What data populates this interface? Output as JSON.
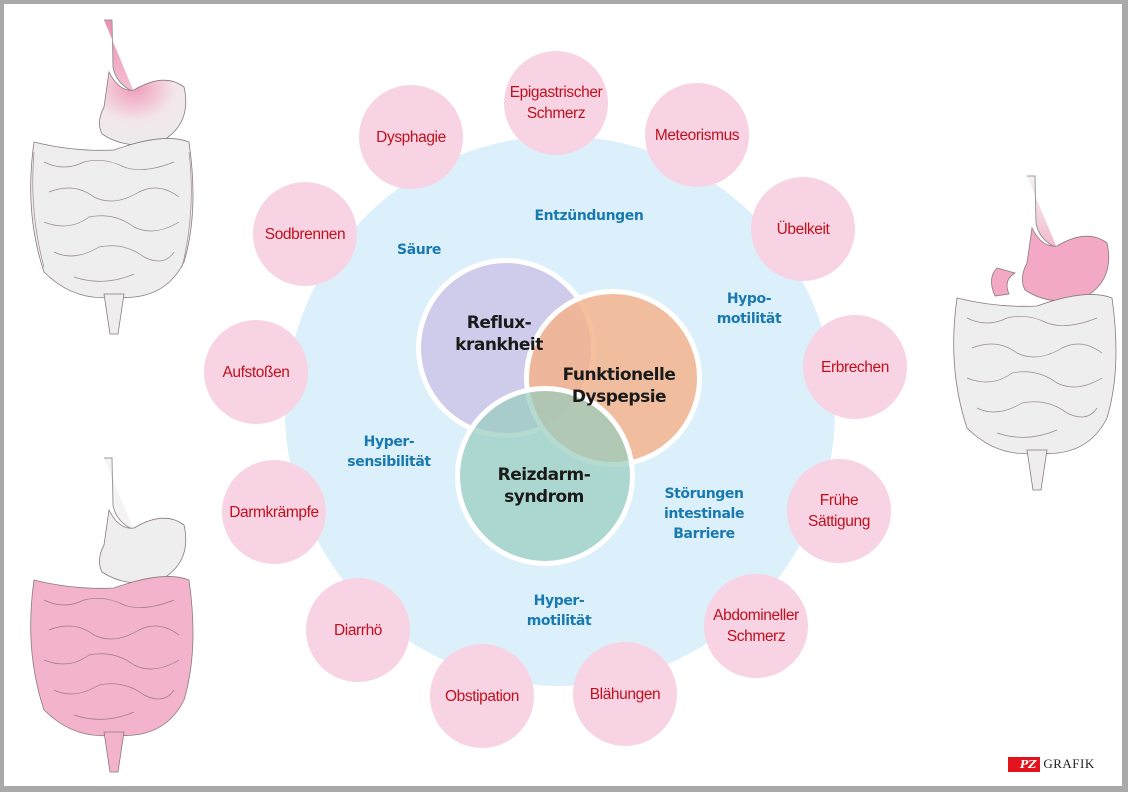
{
  "venn": {
    "reflux": "Reflux-\nkrankheit",
    "reflux_lines": [
      "Reflux-",
      "krankheit"
    ],
    "dyspepsie_lines": [
      "Funktionelle",
      "Dyspepsie"
    ],
    "reizdarm_lines": [
      "Reizdarm-",
      "syndrom"
    ]
  },
  "mechanisms": {
    "entzuendungen": [
      "Entzündungen"
    ],
    "saeure": [
      "Säure"
    ],
    "hypomotilitaet": [
      "Hypo-",
      "motilität"
    ],
    "hypersensibilitaet": [
      "Hyper-",
      "sensibilität"
    ],
    "stoerungen": [
      "Störungen",
      "intestinale",
      "Barriere"
    ],
    "hypermotilitaet": [
      "Hyper-",
      "motilität"
    ]
  },
  "symptoms": [
    {
      "lines": [
        "Epigastrischer",
        "Schmerz"
      ]
    },
    {
      "lines": [
        "Meteorismus"
      ]
    },
    {
      "lines": [
        "Übelkeit"
      ]
    },
    {
      "lines": [
        "Erbrechen"
      ]
    },
    {
      "lines": [
        "Frühe",
        "Sättigung"
      ]
    },
    {
      "lines": [
        "Abdomineller",
        "Schmerz"
      ]
    },
    {
      "lines": [
        "Blähungen"
      ]
    },
    {
      "lines": [
        "Obstipation"
      ]
    },
    {
      "lines": [
        "Diarrhö"
      ]
    },
    {
      "lines": [
        "Darmkrämpfe"
      ]
    },
    {
      "lines": [
        "Aufstoßen"
      ]
    },
    {
      "lines": [
        "Sodbrennen"
      ]
    },
    {
      "lines": [
        "Dysphagie"
      ]
    }
  ],
  "illustrations": {
    "top_left": "digestive-tract-esophagus-highlighted",
    "right": "digestive-tract-stomach-highlighted",
    "bottom_left": "digestive-tract-intestines-highlighted"
  },
  "logo": {
    "mark": "PZ",
    "text": "GRAFIK"
  },
  "colors": {
    "symptom_bubble": "#f8d3e3",
    "symptom_text": "#c0101e",
    "mechanism_text": "#1a7ab0",
    "outer_circle": "#dcf0fc",
    "reflux": "#ccc4e6",
    "dyspepsie": "#f4b28a",
    "reizdarm": "#96ccbe",
    "highlight_pink": "#f0a8c4",
    "organ_gray": "#ececec",
    "logo_red": "#e1141e"
  }
}
